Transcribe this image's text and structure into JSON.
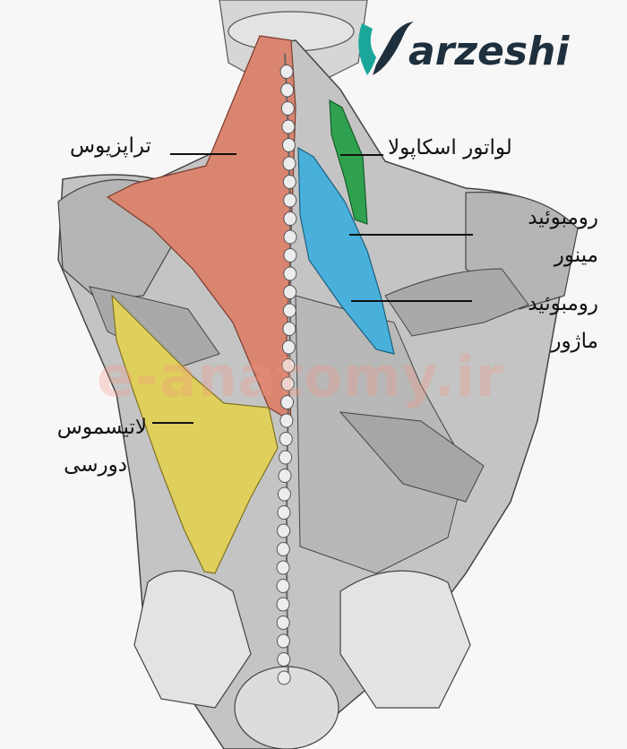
{
  "brand": {
    "name": "varzeshi",
    "text": "arzeshi",
    "color": "#1e2f3d",
    "accent": "#1aa79a"
  },
  "watermark": "e-anatomy.ir",
  "colors": {
    "trapezius": "#d98570",
    "levator": "#2fa14f",
    "rhomboid": "#49b0dc",
    "latissimus": "#dfcf5c",
    "muscle_gray": "#bcbcbc",
    "line": "#111111"
  },
  "labels": {
    "trapezius": "تراپزیوس",
    "levator_scapulae": "لواتور اسکاپولا",
    "rhomboid_minor": [
      "رومبوئید",
      "مینور"
    ],
    "rhomboid_major": [
      "رومبوئید",
      "ماژور"
    ],
    "latissimus_dorsi": [
      "لاتیسموس",
      "دورسی"
    ]
  }
}
